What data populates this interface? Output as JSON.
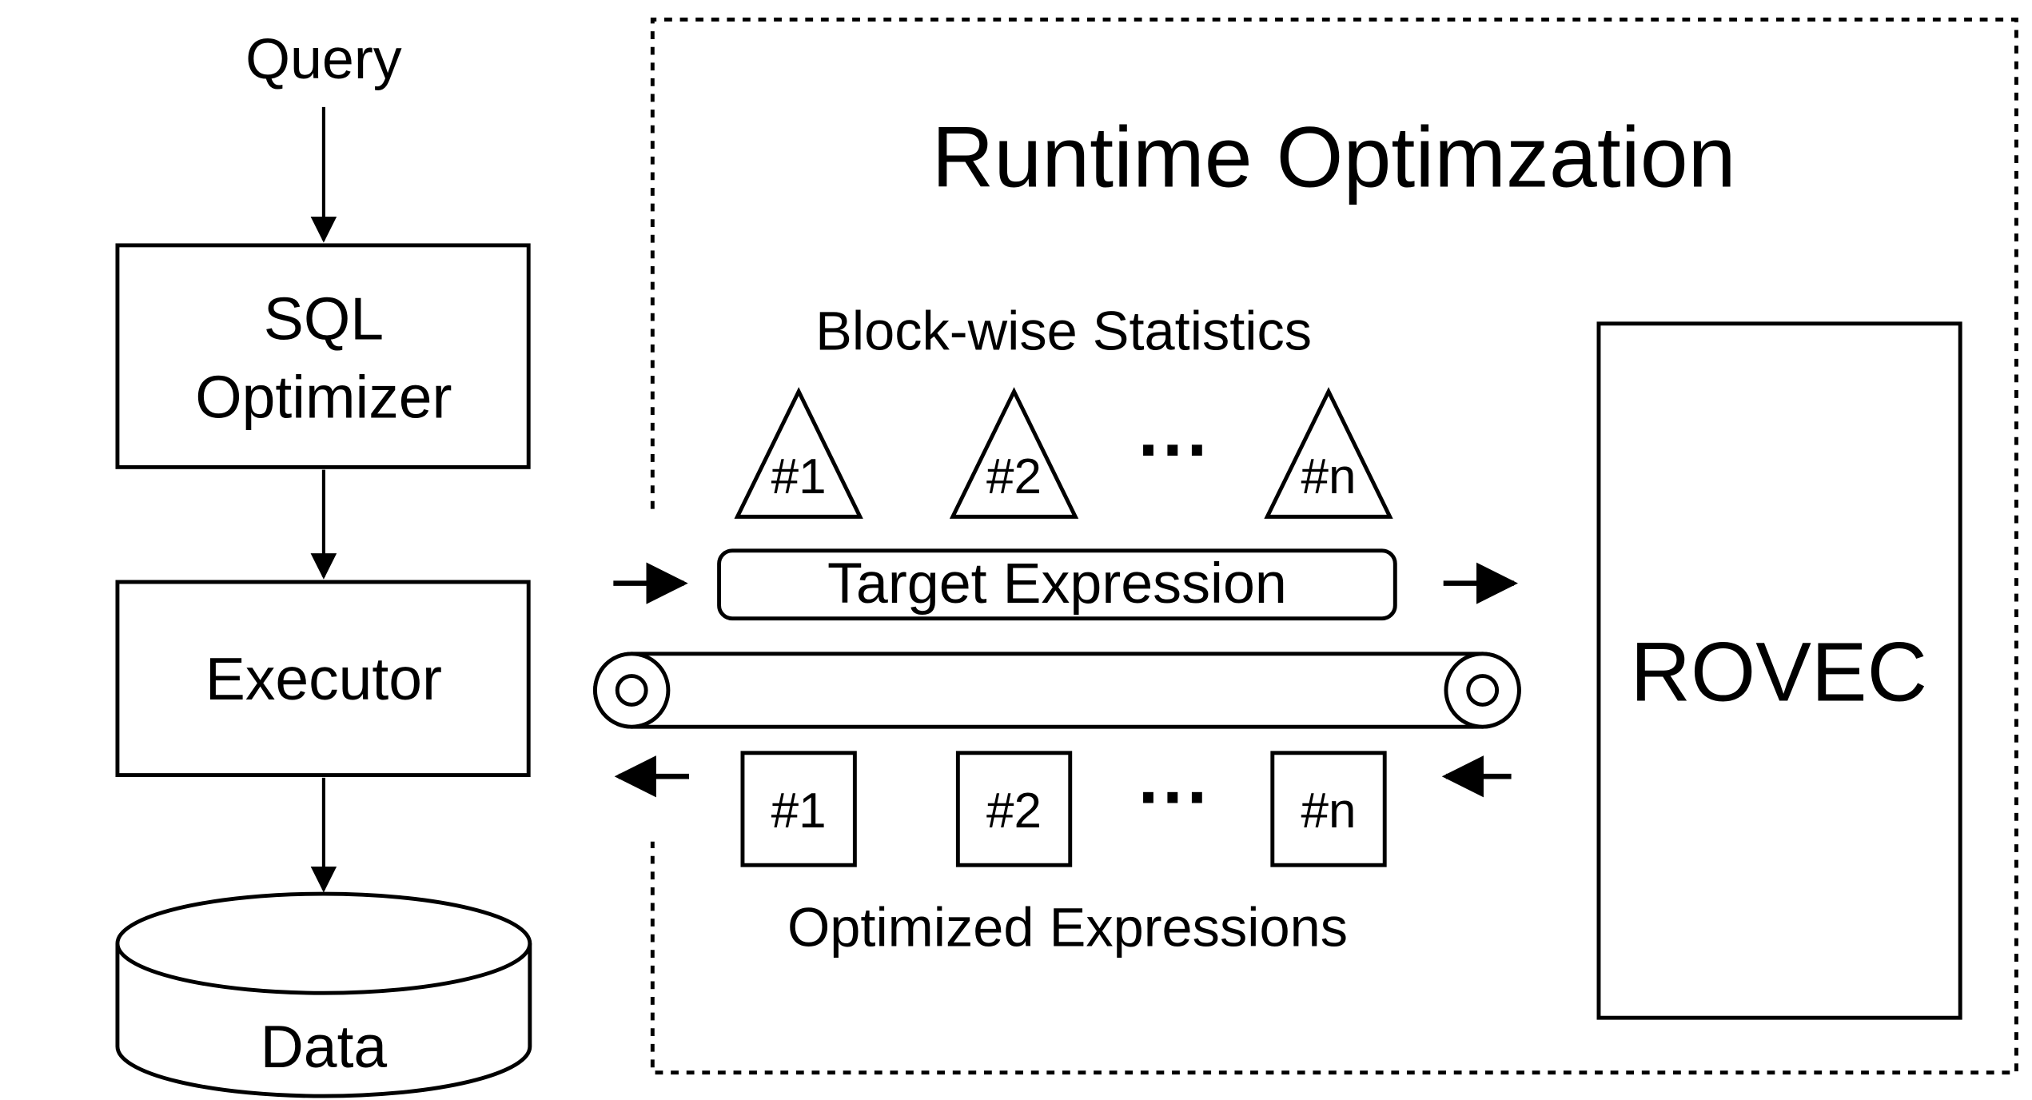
{
  "left_pipeline": {
    "query_label": "Query",
    "sql_optimizer_line1": "SQL",
    "sql_optimizer_line2": "Optimizer",
    "executor_label": "Executor",
    "data_label": "Data"
  },
  "runtime": {
    "title": "Runtime Optimzation",
    "stats_label": "Block-wise Statistics",
    "stats_blocks": [
      "#1",
      "#2",
      "#n"
    ],
    "target_label": "Target Expression",
    "optimized_blocks": [
      "#1",
      "#2",
      "#n"
    ],
    "optimized_label": "Optimized Expressions",
    "ellipsis": "···"
  },
  "rovec_label": "ROVEC"
}
